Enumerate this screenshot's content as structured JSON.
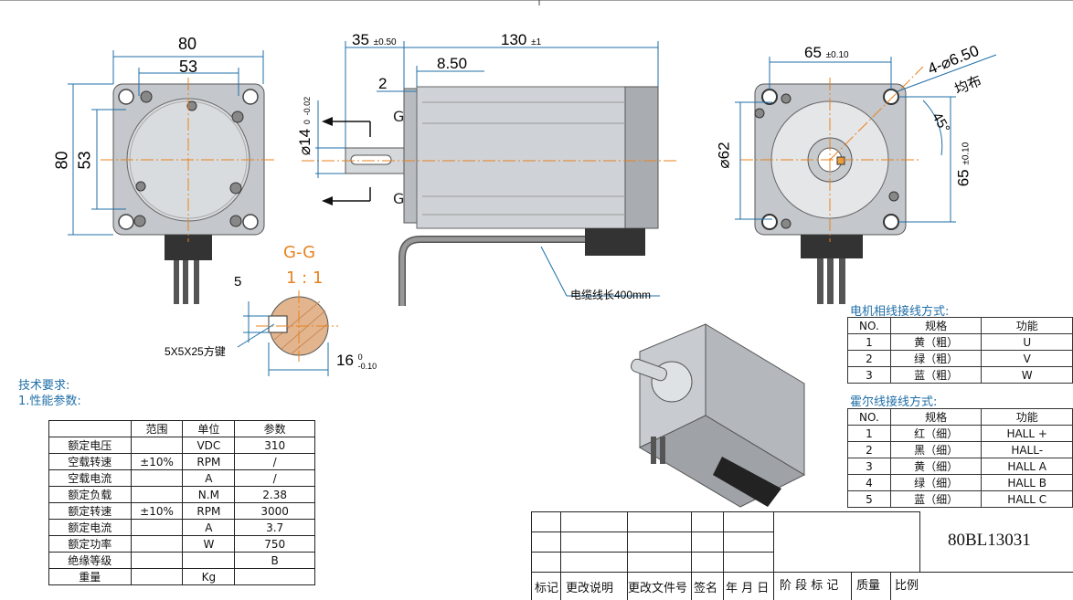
{
  "front_view": {
    "width": "80",
    "inner_width": "53",
    "height": "80",
    "inner_height": "53"
  },
  "side_view": {
    "shaft_len": "35",
    "shaft_tol": "±0.50",
    "body_len": "130",
    "body_tol": "±1",
    "flange": "8.50",
    "step": "2",
    "shaft_dia": "14",
    "shaft_dia_tol_up": "0",
    "shaft_dia_tol_dn": "-0.02",
    "g_label": "G",
    "cable_label": "电缆线长400mm"
  },
  "section": {
    "title": "G-G",
    "scale": "1 : 1",
    "key_h": "5",
    "key_label": "5X5X25方键",
    "width": "16",
    "tol_up": "0",
    "tol_dn": "-0.10"
  },
  "rear_view": {
    "top_dim": "65",
    "top_tol": "±0.10",
    "holes": "4-",
    "hole_dia": "6.50",
    "hole_note": "均布",
    "angle": "45°",
    "bore": "62",
    "side_dim": "65",
    "side_tol": "±0.10"
  },
  "tech": {
    "heading": "技术要求:",
    "sub": "1.性能参数:"
  },
  "spec_table": {
    "headers": [
      "",
      "范围",
      "单位",
      "参数"
    ],
    "rows": [
      [
        "额定电压",
        "",
        "VDC",
        "310"
      ],
      [
        "空载转速",
        "±10%",
        "RPM",
        "/"
      ],
      [
        "空载电流",
        "",
        "A",
        "/"
      ],
      [
        "额定负载",
        "",
        "N.M",
        "2.38"
      ],
      [
        "额定转速",
        "±10%",
        "RPM",
        "3000"
      ],
      [
        "额定电流",
        "",
        "A",
        "3.7"
      ],
      [
        "额定功率",
        "",
        "W",
        "750"
      ],
      [
        "绝缘等级",
        "",
        "",
        "B"
      ],
      [
        "重量",
        "",
        "Kg",
        ""
      ]
    ]
  },
  "phase_table": {
    "title": "电机相线接线方式:",
    "headers": [
      "NO.",
      "规格",
      "功能"
    ],
    "rows": [
      [
        "1",
        "黄（粗）",
        "U"
      ],
      [
        "2",
        "绿（粗）",
        "V"
      ],
      [
        "3",
        "蓝（粗）",
        "W"
      ]
    ]
  },
  "hall_table": {
    "title": "霍尔线接线方式:",
    "headers": [
      "NO.",
      "规格",
      "功能"
    ],
    "rows": [
      [
        "1",
        "红（细）",
        "HALL +"
      ],
      [
        "2",
        "黑（细）",
        "HALL-"
      ],
      [
        "3",
        "黄（细）",
        "HALL A"
      ],
      [
        "4",
        "绿（细）",
        "HALL B"
      ],
      [
        "5",
        "蓝（细）",
        "HALL C"
      ]
    ]
  },
  "title_block": {
    "labels": [
      "标记",
      "更改说明",
      "更改文件号",
      "签名",
      "年 月 日",
      "阶 段 标 记",
      "质量",
      "比例"
    ],
    "model": "80BL13031"
  },
  "colors": {
    "dimension": "#1f6fa8",
    "centerline": "#e8821e",
    "body": "#c9cdd2"
  }
}
